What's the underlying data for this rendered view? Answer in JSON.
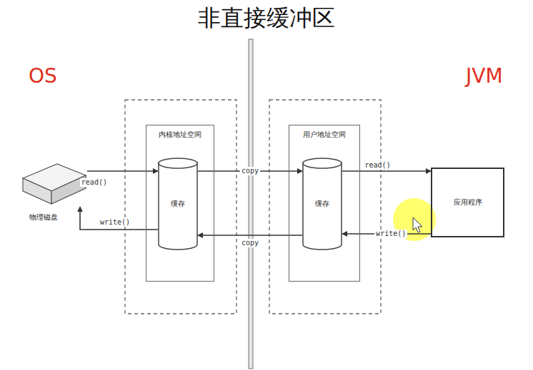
{
  "diagram": {
    "title": "非直接缓冲区",
    "nodes": [
      {
        "text": [
          "物理磁盘"
        ]
      },
      {
        "text": [
          "内核地址空间"
        ]
      },
      {
        "text": [
          "缓存"
        ],
        "in": 1
      },
      {
        "text": [
          "用户地址空间"
        ]
      },
      {
        "text": [
          "缓存"
        ],
        "in": 3
      },
      {
        "text": [
          "应用程序"
        ]
      }
    ],
    "edges": [
      {
        "from": 0,
        "to": 2,
        "arrow": "to",
        "label": "read()"
      },
      {
        "from": 2,
        "to": 0,
        "arrow": "to",
        "label": "write()"
      },
      {
        "from": 2,
        "to": 4,
        "arrow": "to",
        "label": "copy"
      },
      {
        "from": 4,
        "to": 2,
        "arrow": "to",
        "label": "copy"
      },
      {
        "from": 4,
        "to": 5,
        "arrow": "to",
        "label": "read()"
      },
      {
        "from": 5,
        "to": 4,
        "arrow": "to",
        "label": "write()"
      }
    ],
    "labels": [
      "OS",
      "JVM"
    ]
  }
}
